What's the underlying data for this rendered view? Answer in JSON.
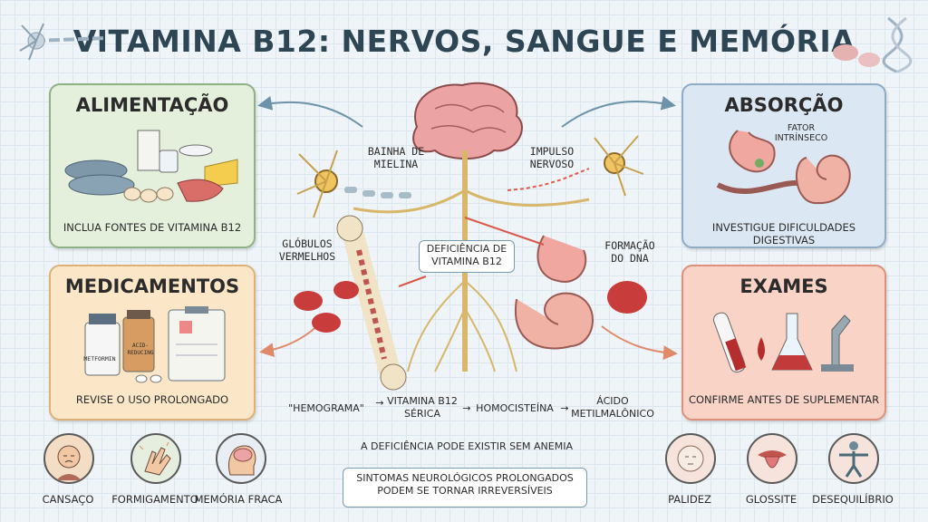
{
  "title": "VITAMINA B12: NERVOS, SANGUE E MEMÓRIA",
  "panels": {
    "alimentacao": {
      "title": "ALIMENTAÇÃO",
      "caption": "INCLUA FONTES DE VITAMINA B12",
      "color": "#e4efdc",
      "border": "#8fb184"
    },
    "medicamentos": {
      "title": "MEDICAMENTOS",
      "caption": "REVISE O USO PROLONGADO",
      "color": "#fbe7c8",
      "border": "#e0b177",
      "bottle1": "METFORMIN",
      "bottle2": "ACID-REDUCING"
    },
    "absorcao": {
      "title": "ABSORÇÃO",
      "caption": "INVESTIGUE DIFICULDADES DIGESTIVAS",
      "color": "#dbe7f2",
      "border": "#90abc4",
      "factor": "FATOR INTRÍNSECO"
    },
    "exames": {
      "title": "EXAMES",
      "caption": "CONFIRME ANTES DE SUPLEMENTAR",
      "color": "#f8d3c6",
      "border": "#e0907a"
    }
  },
  "center": {
    "myelin": "BAINHA DE MIELINA",
    "impulse": "IMPULSO NERVOSO",
    "red_cells": "GLÓBULOS VERMELHOS",
    "deficiency": "DEFICIÊNCIA DE VITAMINA B12",
    "dna": "FORMAÇÃO DO DNA"
  },
  "lab_chain": [
    "\"HEMOGRAMA\"",
    "VITAMINA B12 SÉRICA",
    "HOMOCISTEÍNA",
    "ÁCIDO METILMALÔNICO"
  ],
  "note": "A DEFICIÊNCIA PODE EXISTIR SEM ANEMIA",
  "warning": "SINTOMAS NEUROLÓGICOS PROLONGADOS PODEM SE TORNAR IRREVERSÍVEIS",
  "symptoms_left": [
    {
      "label": "CANSAÇO",
      "icon": "tired-face-icon"
    },
    {
      "label": "FORMIGAMENTO",
      "icon": "tingling-hand-icon"
    },
    {
      "label": "MEMÓRIA FRACA",
      "icon": "brain-head-icon"
    }
  ],
  "symptoms_right": [
    {
      "label": "PALIDEZ",
      "icon": "pale-face-icon"
    },
    {
      "label": "GLOSSITE",
      "icon": "tongue-icon"
    },
    {
      "label": "DESEQUILÍBRIO",
      "icon": "balance-figure-icon"
    }
  ]
}
